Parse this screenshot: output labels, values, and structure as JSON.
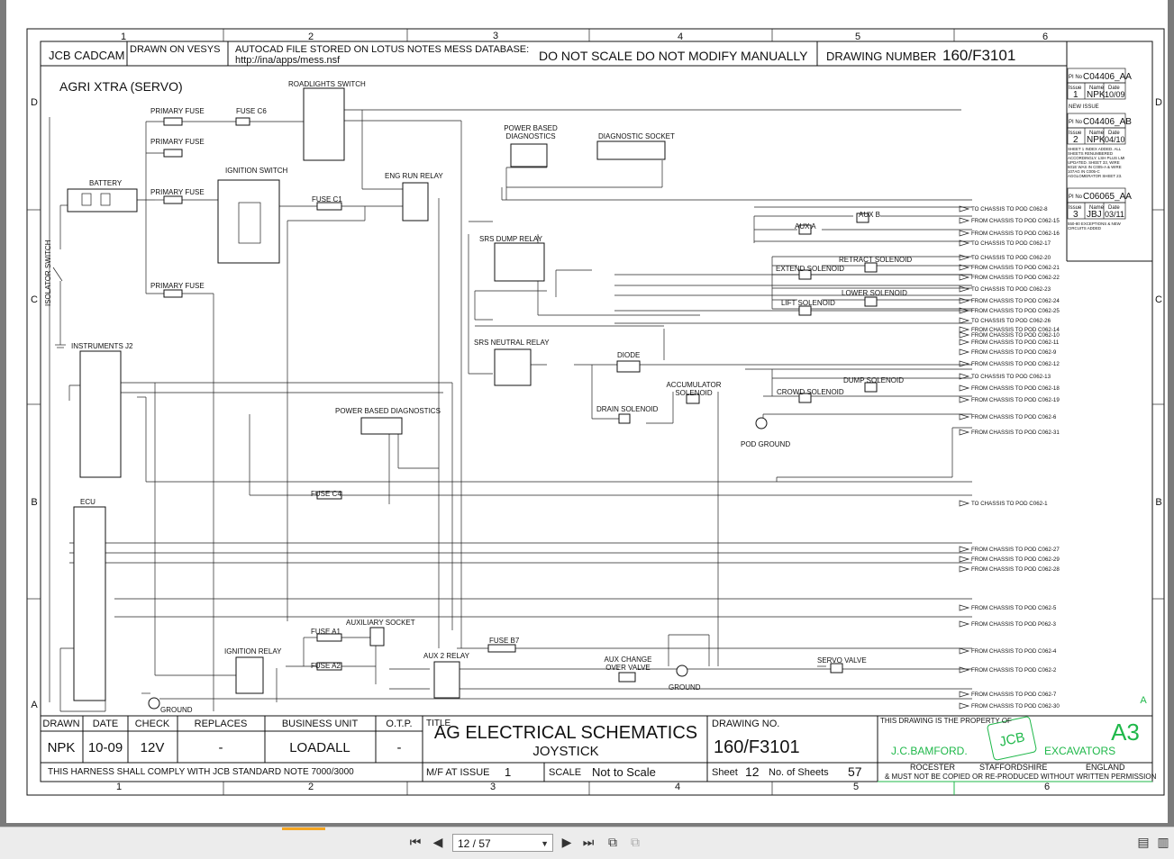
{
  "viewer": {
    "page_indicator": "12 / 57",
    "buttons": {
      "first": "first-page",
      "prev": "previous-page",
      "next": "next-page",
      "last": "last-page",
      "prev_view": "previous-view",
      "next_view": "next-view",
      "single_page": "single-page-view",
      "two_page": "two-page-view"
    }
  },
  "drawing": {
    "col_numbers": [
      "1",
      "2",
      "3",
      "4",
      "5",
      "6"
    ],
    "row_letters": [
      "D",
      "C",
      "B",
      "A"
    ],
    "header": {
      "cadcam": "JCB CADCAM",
      "drawn_on": "DRAWN ON VESYS",
      "autocad_1": "AUTOCAD FILE STORED ON LOTUS NOTES MESS DATABASE:",
      "autocad_2": "http://ina/apps/mess.nsf",
      "do_not_scale": "DO NOT SCALE DO NOT MODIFY MANUALLY",
      "drawing_number_label": "DRAWING NUMBER",
      "drawing_number": "160/F3101"
    },
    "title_left": "AGRI XTRA (SERVO)",
    "revisions": [
      {
        "pi": "C04406_AA",
        "issue": "1",
        "name": "NPK",
        "date": "10/09",
        "note": "NEW ISSUE"
      },
      {
        "pi": "C04406_AB",
        "issue": "2",
        "name": "NPK",
        "date": "04/10",
        "note": "SHEET 1 INDEX ADDED. ALL SHEETS RENUMBERED ACCORDINGLY. LSH PLUS LMI UPDATED. SHEET 33, WIRE 601E WAS IN C005-A & WIRE 107AG IN C005-C AGGLOMERATOR SHEET 23."
      },
      {
        "pi": "C06065_AA",
        "issue": "3",
        "name": "JBJ",
        "date": "03/11",
        "note": "550-80 EXCEPTIONS & NEW CIRCUITS ADDED"
      }
    ],
    "rev_labels": {
      "pi": "PI No",
      "issue": "Issue",
      "name": "Name",
      "date": "Date"
    },
    "components": {
      "roadlights_switch": "ROADLIGHTS SWITCH",
      "primary_fuse": "PRIMARY FUSE",
      "fuse_c6": "FUSE C6",
      "battery": "BATTERY",
      "ignition_switch": "IGNITION SWITCH",
      "fuse_c1": "FUSE C1",
      "eng_run_relay": "ENG RUN RELAY",
      "power_based_diag": "POWER BASED DIAGNOSTICS",
      "diagnostic_socket": "DIAGNOSTIC SOCKET",
      "srs_dump_relay": "SRS DUMP RELAY",
      "srs_neutral_relay": "SRS NEUTRAL RELAY",
      "diode": "DIODE",
      "drain_solenoid": "DRAIN SOLENOID",
      "accumulator_solenoid": "ACCUMULATOR SOLENOID",
      "aux_a": "AUX A",
      "aux_b": "AUX B",
      "retract_solenoid": "RETRACT SOLENOID",
      "extend_solenoid": "EXTEND SOLENOID",
      "lower_solenoid": "LOWER SOLENOID",
      "lift_solenoid": "LIFT SOLENOID",
      "dump_solenoid": "DUMP SOLENOID",
      "crowd_solenoid": "CROWD SOLENOID",
      "pod_ground": "POD GROUND",
      "isolator_switch": "ISOLATOR SWITCH",
      "instruments": "INSTRUMENTS J2",
      "ecu": "ECU",
      "fuse_c4": "FUSE C4",
      "fuse_a1": "FUSE A1",
      "fuse_a2": "FUSE A2",
      "auxiliary_socket": "AUXILIARY SOCKET",
      "ignition_relay": "IGNITION RELAY",
      "aux2_relay": "AUX 2 RELAY",
      "fuse_b7": "FUSE B7",
      "aux_change_valve": "AUX CHANGE OVER VALVE",
      "servo_valve": "SERVO VALVE",
      "ground": "GROUND"
    },
    "chassis_refs": [
      "TO CHASSIS TO POD C062-8",
      "FROM CHASSIS TO POD C062-15",
      "FROM CHASSIS TO POD C062-16",
      "TO CHASSIS TO POD C062-17",
      "TO CHASSIS TO POD C062-20",
      "FROM CHASSIS TO POD C062-21",
      "FROM CHASSIS TO POD C062-22",
      "TO CHASSIS TO POD C062-23",
      "FROM CHASSIS TO POD C062-24",
      "FROM CHASSIS TO POD C062-25",
      "TO CHASSIS TO POD C062-26",
      "FROM CHASSIS TO POD C062-14",
      "FROM CHASSIS TO POD C062-10",
      "FROM CHASSIS TO POD C062-11",
      "FROM CHASSIS TO POD C062-9",
      "FROM CHASSIS TO POD C062-12",
      "TO CHASSIS TO POD C062-13",
      "FROM CHASSIS TO POD C062-18",
      "FROM CHASSIS TO POD C062-19",
      "FROM CHASSIS TO POD C062-6",
      "FROM CHASSIS TO POD C062-31",
      "TO CHASSIS TO POD C062-1",
      "FROM CHASSIS TO POD C062-27",
      "FROM CHASSIS TO POD C062-29",
      "FROM CHASSIS TO POD C062-28",
      "FROM CHASSIS TO POD C062-5",
      "FROM CHASSIS TO POD P062-3",
      "FROM CHASSIS TO POD C062-4",
      "FROM CHASSIS TO POD C062-2",
      "FROM CHASSIS TO POD C062-7",
      "FROM CHASSIS TO POD C062-30"
    ],
    "title_block": {
      "drawn_label": "DRAWN",
      "drawn": "NPK",
      "date_label": "DATE",
      "date": "10-09",
      "check_label": "CHECK",
      "check": "12V",
      "replaces_label": "REPLACES",
      "replaces": "-",
      "bu_label": "BUSINESS UNIT",
      "bu": "LOADALL",
      "otp_label": "O.T.P.",
      "otp": "-",
      "title_label": "TITLE",
      "title_1": "AG ELECTRICAL SCHEMATICS",
      "title_2": "JOYSTICK",
      "dwg_no_label": "DRAWING NO.",
      "dwg_no": "160/F3101",
      "property": "THIS DRAWING IS THE PROPERTY OF",
      "size": "A3",
      "company": "J.C.BAMFORD.",
      "excavators": "EXCAVATORS",
      "logo": "JCB",
      "rocester": "ROCESTER",
      "staffordshire": "STAFFORDSHIRE",
      "england": "ENGLAND",
      "copy_notice": "& MUST NOT BE COPIED OR RE-PRODUCED WITHOUT WRITTEN PERMISSION",
      "harness_note": "THIS HARNESS SHALL COMPLY WITH JCB STANDARD NOTE 7000/3000",
      "mf_label": "M/F AT ISSUE",
      "mf": "1",
      "scale_label": "SCALE",
      "scale": "Not to Scale",
      "sheet_label": "Sheet",
      "sheet": "12",
      "of_label": "No. of Sheets",
      "of": "57"
    },
    "corner_letter": "A",
    "colors": {
      "ink": "#111111",
      "green": "#1fb84a",
      "page": "#ffffff",
      "backdrop": "#7b7b7b"
    }
  }
}
